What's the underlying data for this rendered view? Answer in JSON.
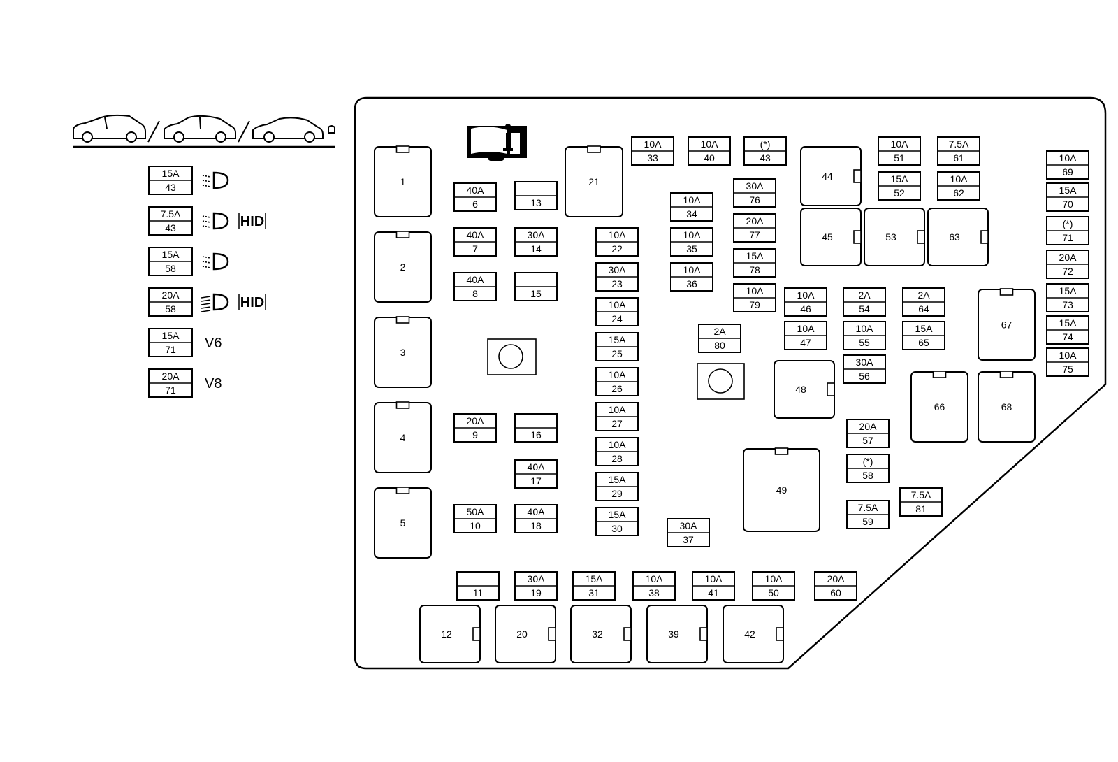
{
  "legend": {
    "rows": [
      {
        "amp": "15A",
        "num": "43",
        "icon": "low-beam-icon",
        "hid": "",
        "note": ""
      },
      {
        "amp": "7.5A",
        "num": "43",
        "icon": "low-beam-icon",
        "hid": "HID",
        "note": ""
      },
      {
        "amp": "15A",
        "num": "58",
        "icon": "low-beam-icon",
        "hid": "",
        "note": ""
      },
      {
        "amp": "20A",
        "num": "58",
        "icon": "high-beam-icon",
        "hid": "HID",
        "note": ""
      },
      {
        "amp": "15A",
        "num": "71",
        "icon": "",
        "hid": "",
        "note": "V6"
      },
      {
        "amp": "20A",
        "num": "71",
        "icon": "",
        "hid": "",
        "note": "V8"
      }
    ]
  },
  "fuses": [
    {
      "id": "6",
      "amp": "40A"
    },
    {
      "id": "7",
      "amp": "40A"
    },
    {
      "id": "8",
      "amp": "40A"
    },
    {
      "id": "13",
      "amp": ""
    },
    {
      "id": "14",
      "amp": "30A"
    },
    {
      "id": "15",
      "amp": ""
    },
    {
      "id": "9",
      "amp": "20A"
    },
    {
      "id": "16",
      "amp": ""
    },
    {
      "id": "17",
      "amp": "40A"
    },
    {
      "id": "10",
      "amp": "50A"
    },
    {
      "id": "18",
      "amp": "40A"
    },
    {
      "id": "33",
      "amp": "10A"
    },
    {
      "id": "40",
      "amp": "10A"
    },
    {
      "id": "43",
      "amp": "(*)"
    },
    {
      "id": "22",
      "amp": "10A"
    },
    {
      "id": "23",
      "amp": "30A"
    },
    {
      "id": "24",
      "amp": "10A"
    },
    {
      "id": "25",
      "amp": "15A"
    },
    {
      "id": "26",
      "amp": "10A"
    },
    {
      "id": "27",
      "amp": "10A"
    },
    {
      "id": "28",
      "amp": "10A"
    },
    {
      "id": "29",
      "amp": "15A"
    },
    {
      "id": "30",
      "amp": "15A"
    },
    {
      "id": "34",
      "amp": "10A"
    },
    {
      "id": "35",
      "amp": "10A"
    },
    {
      "id": "36",
      "amp": "10A"
    },
    {
      "id": "76",
      "amp": "30A"
    },
    {
      "id": "77",
      "amp": "20A"
    },
    {
      "id": "78",
      "amp": "15A"
    },
    {
      "id": "79",
      "amp": "10A"
    },
    {
      "id": "80",
      "amp": "2A"
    },
    {
      "id": "37",
      "amp": "30A"
    },
    {
      "id": "51",
      "amp": "10A"
    },
    {
      "id": "61",
      "amp": "7.5A"
    },
    {
      "id": "52",
      "amp": "15A"
    },
    {
      "id": "62",
      "amp": "10A"
    },
    {
      "id": "46",
      "amp": "10A"
    },
    {
      "id": "54",
      "amp": "2A"
    },
    {
      "id": "64",
      "amp": "2A"
    },
    {
      "id": "47",
      "amp": "10A"
    },
    {
      "id": "55",
      "amp": "10A"
    },
    {
      "id": "65",
      "amp": "15A"
    },
    {
      "id": "56",
      "amp": "30A"
    },
    {
      "id": "57",
      "amp": "20A"
    },
    {
      "id": "58",
      "amp": "(*)"
    },
    {
      "id": "59",
      "amp": "7.5A"
    },
    {
      "id": "81",
      "amp": "7.5A"
    },
    {
      "id": "69",
      "amp": "10A"
    },
    {
      "id": "70",
      "amp": "15A"
    },
    {
      "id": "71",
      "amp": "(*)"
    },
    {
      "id": "72",
      "amp": "20A"
    },
    {
      "id": "73",
      "amp": "15A"
    },
    {
      "id": "74",
      "amp": "15A"
    },
    {
      "id": "75",
      "amp": "10A"
    },
    {
      "id": "11",
      "amp": ""
    },
    {
      "id": "19",
      "amp": "30A"
    },
    {
      "id": "31",
      "amp": "15A"
    },
    {
      "id": "38",
      "amp": "10A"
    },
    {
      "id": "41",
      "amp": "10A"
    },
    {
      "id": "50",
      "amp": "10A"
    },
    {
      "id": "60",
      "amp": "20A"
    }
  ],
  "relays": [
    {
      "id": "1"
    },
    {
      "id": "2"
    },
    {
      "id": "3"
    },
    {
      "id": "4"
    },
    {
      "id": "5"
    },
    {
      "id": "21"
    },
    {
      "id": "44"
    },
    {
      "id": "45"
    },
    {
      "id": "53"
    },
    {
      "id": "63"
    },
    {
      "id": "67"
    },
    {
      "id": "66"
    },
    {
      "id": "68"
    },
    {
      "id": "48"
    },
    {
      "id": "49"
    },
    {
      "id": "12"
    },
    {
      "id": "20"
    },
    {
      "id": "32"
    },
    {
      "id": "39"
    },
    {
      "id": "42"
    }
  ],
  "icons": [
    "car-hatchback-icon",
    "car-sedan-icon",
    "car-coupe-icon",
    "info-manual-icon",
    "mounting-bolt-icon"
  ]
}
